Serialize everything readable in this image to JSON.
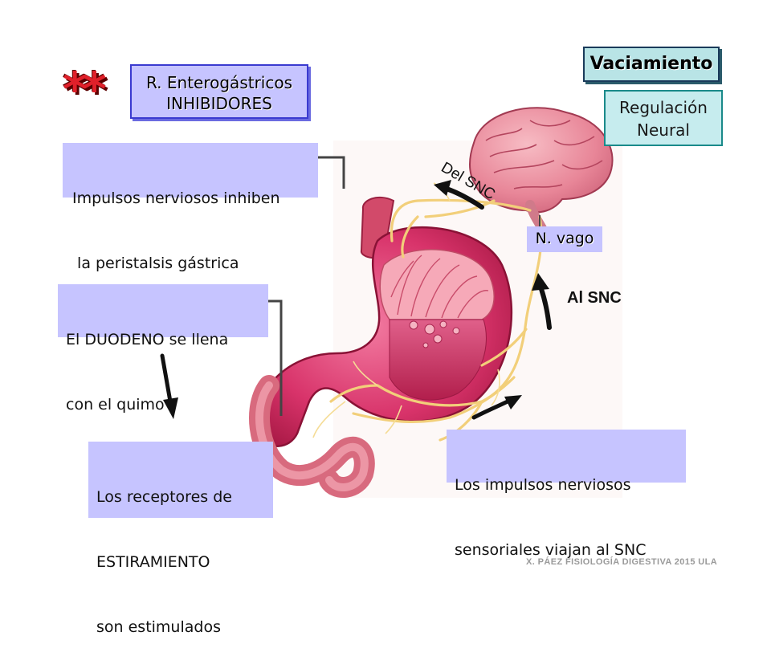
{
  "mark": "**",
  "title": {
    "line1": "R. Enterogástricos",
    "line2": "INHIBIDORES"
  },
  "vaciamiento": "Vaciamiento",
  "regulacion": {
    "line1": "Regulación",
    "line2": "Neural"
  },
  "boxes": {
    "impulsos": {
      "line1": "Impulsos nerviosos inhiben",
      "line2": " la peristalsis gástrica"
    },
    "duodeno": {
      "line1": "El DUODENO se llena",
      "line2": "con el quimo"
    },
    "receptores": {
      "line1": "Los receptores de",
      "line2": "ESTIRAMIENTO",
      "line3": "son estimulados"
    },
    "sensoriales": {
      "line1": "Los impulsos nerviosos",
      "line2": "sensoriales viajan al SNC"
    }
  },
  "labels": {
    "del_snc": "Del SNC",
    "al_snc": "Al SNC",
    "n_vago": "N. vago"
  },
  "footer": "X. PÁEZ  FISIOLOGÍA DIGESTIVA 2015 ULA",
  "colors": {
    "label_bg": "#c6c4ff",
    "teal_bg": "#c6ecee",
    "stomach": "#d8336a",
    "nerve": "#f2cf7a",
    "brain": "#e8899a"
  }
}
